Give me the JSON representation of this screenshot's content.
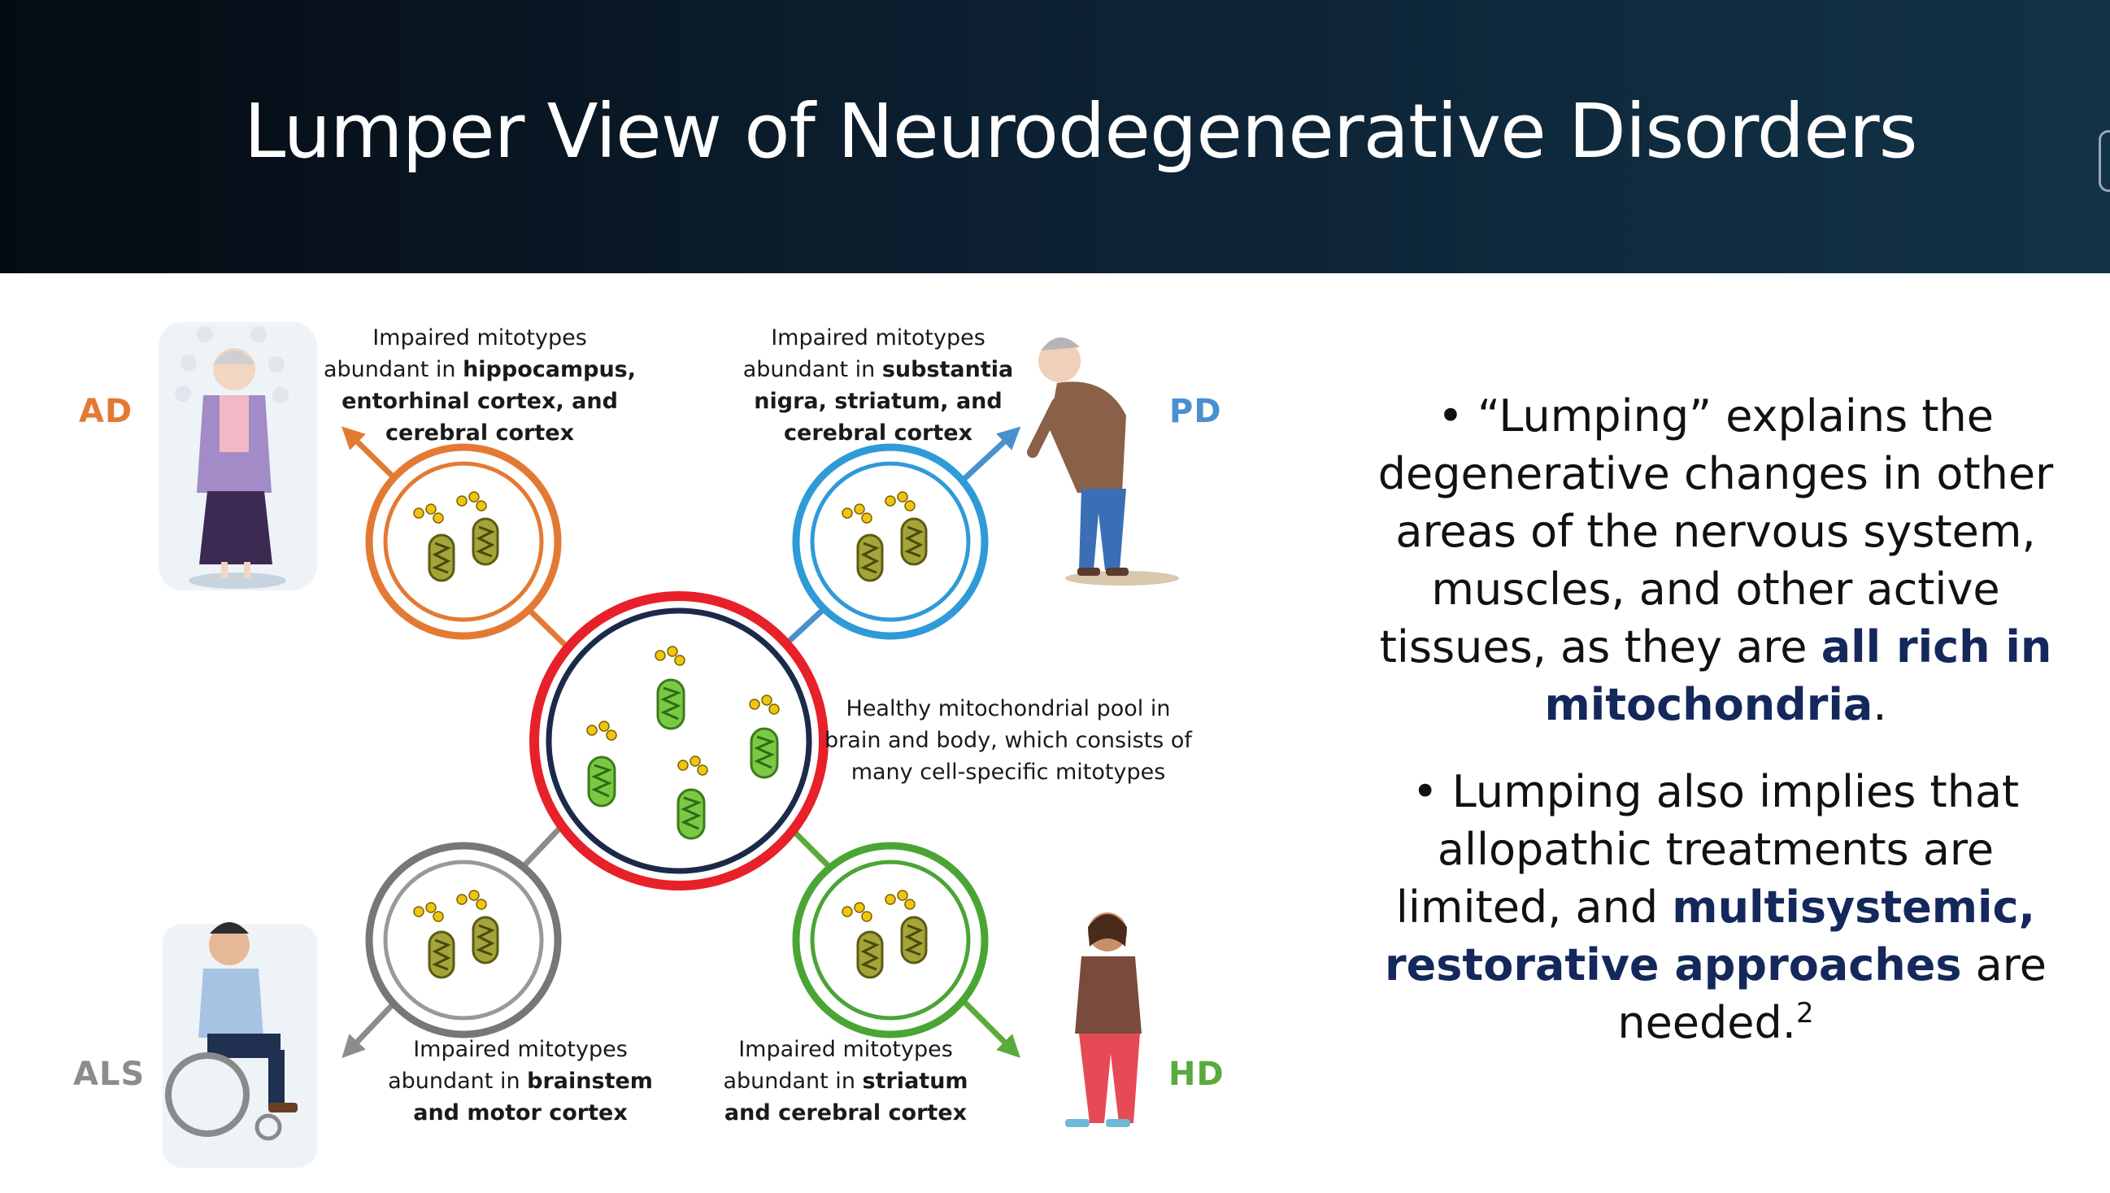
{
  "title": "Lumper View of Neurodegenerative Disorders",
  "diagram": {
    "center_label": [
      "Healthy mitochondrial pool in",
      "brain and body, which consists of",
      "many cell-specific mitotypes"
    ],
    "ad": {
      "tag": "AD",
      "color": "#e37a34",
      "l1": "Impaired mitotypes",
      "l2_pre": "abundant in ",
      "l2_bold": "hippocampus,",
      "l3": "entorhinal cortex, and",
      "l4": "cerebral cortex"
    },
    "pd": {
      "tag": "PD",
      "color": "#4a90cf",
      "l1": "Impaired mitotypes",
      "l2_pre": "abundant in ",
      "l2_bold": "substantia",
      "l3": "nigra, striatum, and",
      "l4": "cerebral cortex"
    },
    "als": {
      "tag": "ALS",
      "color": "#8c8c8c",
      "l1": "Impaired mitotypes",
      "l2_pre": "abundant in ",
      "l2_bold": "brainstem",
      "l3": "and motor cortex"
    },
    "hd": {
      "tag": "HD",
      "color": "#5aaa3c",
      "l1": "Impaired mitotypes",
      "l2_pre": "abundant in ",
      "l2_bold": "striatum",
      "l3": "and cerebral cortex"
    }
  },
  "bullets": {
    "b1_a": "“Lumping” explains the degenerative changes in other areas of the nervous system, muscles, and other active tissues, as they are ",
    "b1_em": "all rich in mitochondria",
    "b1_b": ".",
    "b2_a": "Lumping also implies that allopathic treatments are limited, and ",
    "b2_em": "multisystemic, restorative approaches",
    "b2_b": " are needed.",
    "b2_sup": "2"
  },
  "colors": {
    "center_ring": "#e8202a",
    "inner_ring": "#1b2a4a",
    "mito": "#7ac943",
    "mito_impaired": "#a4a43a",
    "emphasis": "#14285c"
  }
}
